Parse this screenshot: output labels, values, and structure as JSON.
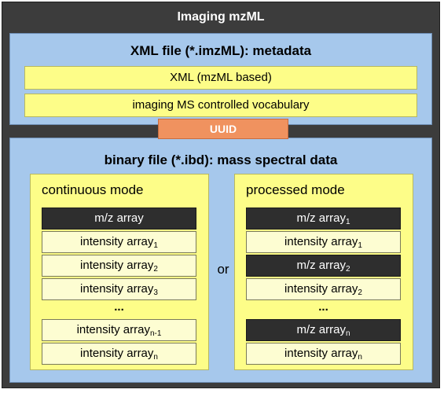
{
  "outer": {
    "title": "Imaging mzML"
  },
  "xml_section": {
    "title": "XML file (*.imzML): metadata",
    "bars": [
      "XML (mzML based)",
      "imaging MS controlled vocabulary"
    ]
  },
  "uuid": {
    "label": "UUID"
  },
  "binary_section": {
    "title": "binary file (*.ibd): mass spectral data",
    "or_label": "or",
    "continuous": {
      "title": "continuous mode",
      "rows": [
        {
          "text": "m/z array",
          "sub": "",
          "dark": true
        },
        {
          "text": "intensity array",
          "sub": "1",
          "dark": false
        },
        {
          "text": "intensity array",
          "sub": "2",
          "dark": false
        },
        {
          "text": "intensity array",
          "sub": "3",
          "dark": false
        },
        {
          "text": "intensity array",
          "sub": "n-1",
          "dark": false
        },
        {
          "text": "intensity array",
          "sub": "n",
          "dark": false
        }
      ],
      "ellipsis": "..."
    },
    "processed": {
      "title": "processed mode",
      "rows": [
        {
          "text": "m/z array",
          "sub": "1",
          "dark": true
        },
        {
          "text": "intensity array",
          "sub": "1",
          "dark": false
        },
        {
          "text": "m/z array",
          "sub": "2",
          "dark": true
        },
        {
          "text": "intensity array",
          "sub": "2",
          "dark": false
        },
        {
          "text": "m/z array",
          "sub": "n",
          "dark": true
        },
        {
          "text": "intensity array",
          "sub": "n",
          "dark": false
        }
      ],
      "ellipsis": "..."
    }
  },
  "colors": {
    "outer": "#3c3c3c",
    "section": "#a6c8ec",
    "yellow": "#fdfd88",
    "uuid": "#f0925f",
    "dark_row": "#2e2e2e",
    "light_row": "#fdfdd2"
  }
}
